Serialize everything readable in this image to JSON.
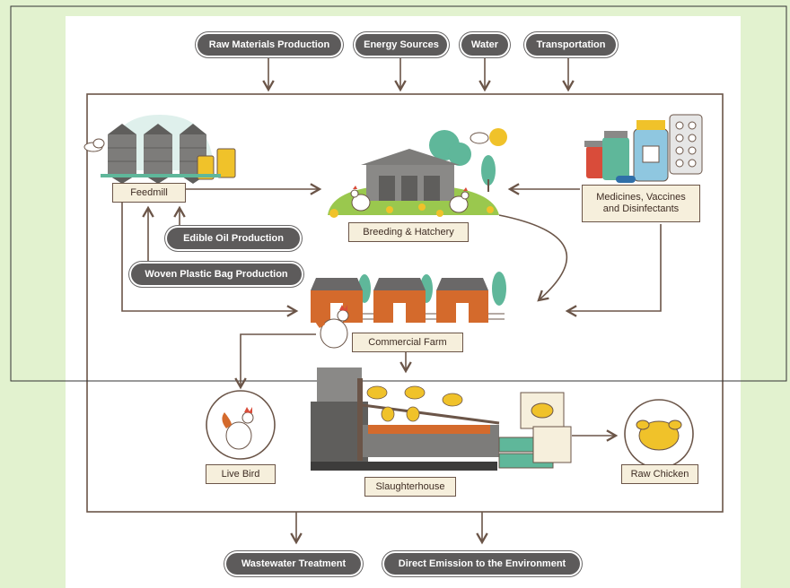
{
  "inputs": {
    "raw_materials": "Raw Materials Production",
    "energy": "Energy Sources",
    "water": "Water",
    "transportation": "Transportation"
  },
  "nodes": {
    "feedmill": "Feedmill",
    "edible_oil": "Edible Oil Production",
    "woven_bag": "Woven Plastic Bag Production",
    "breeding": "Breeding & Hatchery",
    "medicines_line1": "Medicines, Vaccines",
    "medicines_line2": "and Disinfectants",
    "commercial_farm": "Commercial Farm",
    "live_bird": "Live Bird",
    "slaughterhouse": "Slaughterhouse",
    "raw_chicken": "Raw Chicken"
  },
  "outputs": {
    "wastewater": "Wastewater Treatment",
    "direct_emission": "Direct Emission to the Environment"
  },
  "colors": {
    "page_bg": "#e2f2cf",
    "panel_bg": "#ffffff",
    "line": "#6b5548",
    "pill_bg": "#5d5b5b",
    "label_bg": "#f6efdc",
    "barn_red": "#d46a2c",
    "chick_yellow": "#f0c22a",
    "tree_green": "#5fb79a"
  },
  "icons": [
    "feed-silo-icon",
    "feed-bag-icon",
    "barn-icon",
    "hen-icon",
    "chick-icon",
    "tree-icon",
    "sun-icon",
    "cloud-icon",
    "medicine-bottle-icon",
    "pill-blister-icon",
    "conveyor-icon",
    "crate-icon",
    "roast-chicken-icon",
    "rooster-icon"
  ]
}
